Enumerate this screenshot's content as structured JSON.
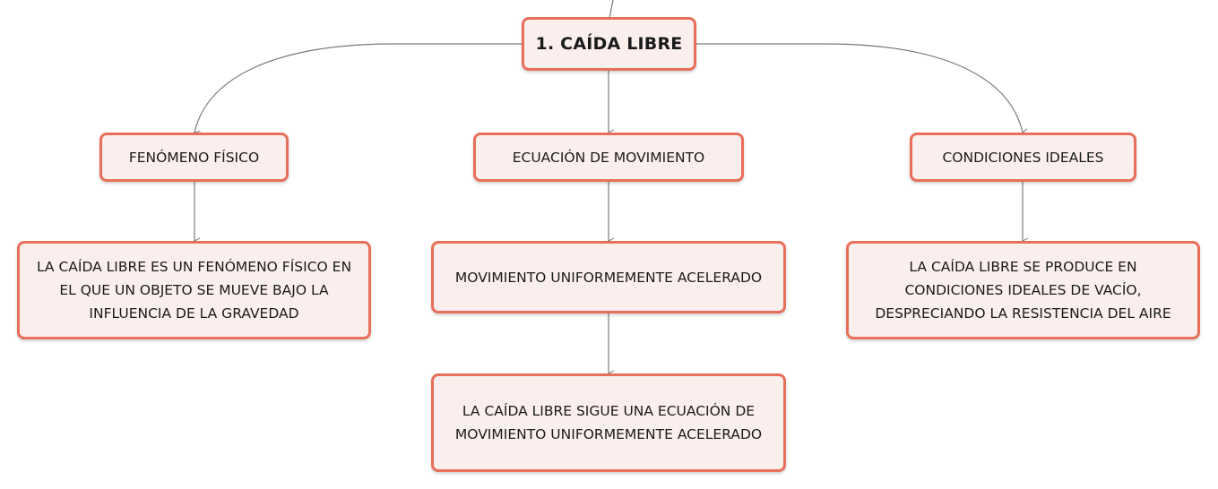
{
  "colors": {
    "node_border": "#e8705b",
    "node_fill": "#fbefee",
    "connector": "#7a7a7a",
    "text": "#1a1a1a"
  },
  "root": {
    "label": "1. CAÍDA LIBRE"
  },
  "branches": [
    {
      "label": "FENÓMENO FÍSICO",
      "children": [
        {
          "lines": [
            "LA CAÍDA LIBRE ES UN FENÓMENO FÍSICO EN",
            "EL QUE UN OBJETO SE MUEVE BAJO LA",
            "INFLUENCIA DE LA GRAVEDAD"
          ]
        }
      ]
    },
    {
      "label": "ECUACIÓN DE MOVIMIENTO",
      "children": [
        {
          "lines": [
            "MOVIMIENTO UNIFORMEMENTE ACELERADO"
          ]
        },
        {
          "lines": [
            "LA CAÍDA LIBRE SIGUE UNA ECUACIÓN DE",
            "MOVIMIENTO UNIFORMEMENTE ACELERADO"
          ]
        }
      ]
    },
    {
      "label": "CONDICIONES IDEALES",
      "children": [
        {
          "lines": [
            "LA CAÍDA LIBRE SE PRODUCE EN",
            "CONDICIONES IDEALES DE VACÍO,",
            "DESPRECIANDO LA RESISTENCIA DEL AIRE"
          ]
        }
      ]
    }
  ]
}
